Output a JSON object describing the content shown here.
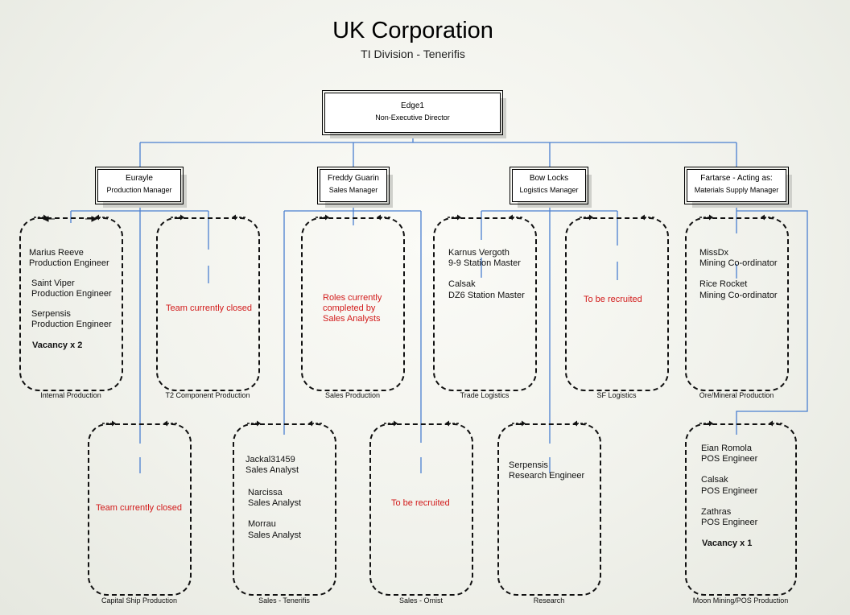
{
  "header": {
    "title": "UK Corporation",
    "subtitle": "TI Division - Tenerifis"
  },
  "director": {
    "name": "Edge1",
    "role": "Non-Executive Director"
  },
  "managers": [
    {
      "name": "Eurayle",
      "role": "Production Manager"
    },
    {
      "name": "Freddy Guarin",
      "role": "Sales Manager"
    },
    {
      "name": "Bow Locks",
      "role": "Logistics Manager"
    },
    {
      "name": "Fartarse - Acting as:",
      "role": "Materials Supply Manager"
    }
  ],
  "teams": {
    "internal_production": {
      "label": "Internal Production",
      "members": [
        {
          "name": "Marius Reeve",
          "role": "Production Engineer"
        },
        {
          "name": "Saint Viper",
          "role": "Production Engineer"
        },
        {
          "name": "Serpensis",
          "role": "Production Engineer"
        }
      ],
      "vacancy": "Vacancy x 2"
    },
    "t2_component_production": {
      "label": "T2 Component Production",
      "note": "Team currently closed"
    },
    "sales_production": {
      "label": "Sales Production",
      "note": "Roles currently completed by Sales Analysts"
    },
    "trade_logistics": {
      "label": "Trade Logistics",
      "members": [
        {
          "name": "Karnus Vergoth",
          "role": "9-9 Station Master"
        },
        {
          "name": "Calsak",
          "role": "DZ6 Station Master"
        }
      ]
    },
    "sf_logistics": {
      "label": "SF Logistics",
      "note": "To be recruited"
    },
    "ore_mineral_production": {
      "label": "Ore/Mineral Production",
      "members": [
        {
          "name": "MissDx",
          "role": "Mining Co-ordinator"
        },
        {
          "name": "Rice Rocket",
          "role": "Mining Co-ordinator"
        }
      ]
    },
    "capital_ship_production": {
      "label": "Capital Ship Production",
      "note": "Team currently closed"
    },
    "sales_tenerifis": {
      "label": "Sales - Tenerifis",
      "members": [
        {
          "name": "Jackal31459",
          "role": "Sales Analyst"
        },
        {
          "name": "Narcissa",
          "role": "Sales Analyst"
        },
        {
          "name": "Morrau",
          "role": "Sales Analyst"
        }
      ]
    },
    "sales_omist": {
      "label": "Sales - Omist",
      "note": "To be recruited"
    },
    "research": {
      "label": "Research",
      "members": [
        {
          "name": "Serpensis",
          "role": "Research Engineer"
        }
      ]
    },
    "moon_mining_pos": {
      "label": "Moon Mining/POS Production",
      "members": [
        {
          "name": "Eian Romola",
          "role": "POS Engineer"
        },
        {
          "name": "Calsak",
          "role": "POS Engineer"
        },
        {
          "name": "Zathras",
          "role": "POS Engineer"
        }
      ],
      "vacancy": "Vacancy x 1"
    }
  },
  "colors": {
    "connector": "#4a7fd0",
    "note_text": "#d21a1a",
    "shadow": "#cfd0cb"
  }
}
